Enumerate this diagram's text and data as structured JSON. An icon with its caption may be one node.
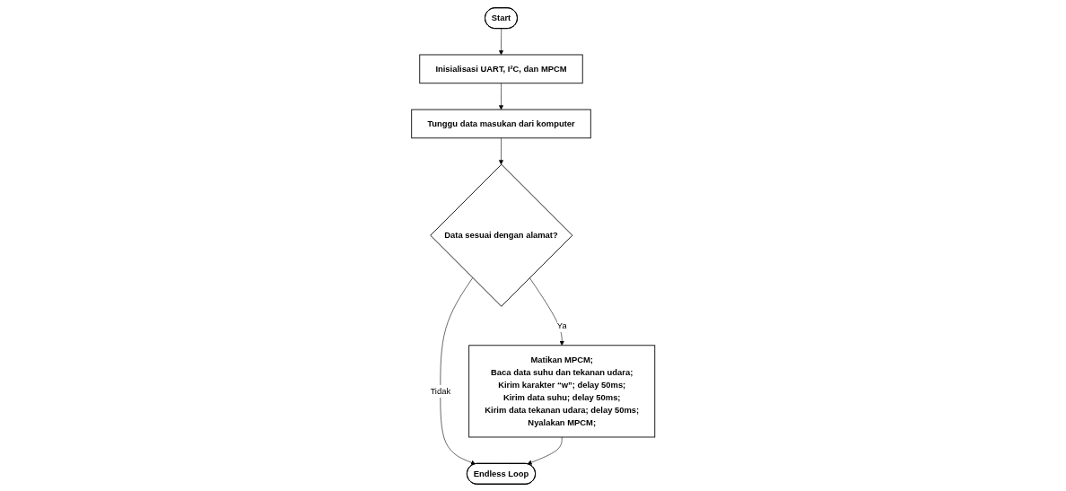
{
  "diagram": {
    "nodes": [
      {
        "text": [
          "Start"
        ]
      },
      {
        "text": [
          "Inisialisasi UART, I²C, dan MPCM"
        ]
      },
      {
        "text": [
          "Tunggu data masukan dari komputer"
        ]
      },
      {
        "text": [
          "Data sesuai dengan alamat?"
        ]
      },
      {
        "text": [
          "Matikan MPCM;",
          "Baca data suhu dan tekanan udara;",
          "Kirim karakter “w”; delay 50ms;",
          "Kirim data suhu; delay 50ms;",
          "Kirim data tekanan udara; delay 50ms;",
          "Nyalakan MPCM;"
        ]
      },
      {
        "text": [
          "Endless Loop"
        ]
      }
    ],
    "edges": [
      {
        "from": 0,
        "to": 1,
        "arrow": "to"
      },
      {
        "from": 1,
        "to": 2,
        "arrow": "to"
      },
      {
        "from": 2,
        "to": 3,
        "arrow": "to"
      },
      {
        "from": 3,
        "to": 4,
        "arrow": "to",
        "label": "Ya"
      },
      {
        "from": 3,
        "to": 5,
        "arrow": "to",
        "label": "Tidak"
      },
      {
        "from": 4,
        "to": 5,
        "arrow": "to"
      }
    ]
  }
}
